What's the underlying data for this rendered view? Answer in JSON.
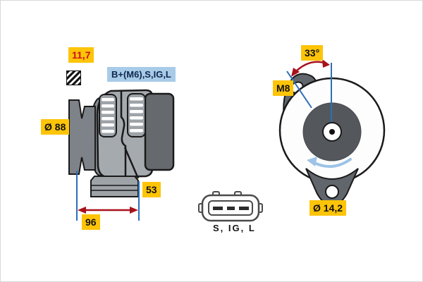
{
  "side_view": {
    "belt_width": "11,7",
    "terminals": "B+(M6),S,IG,L",
    "pulley_diameter": "Ø 88",
    "dim_53": "53",
    "dim_96": "96"
  },
  "front_view": {
    "angle": "33°",
    "thread": "M8",
    "hole_diameter": "Ø 14,2"
  },
  "connector": {
    "pins": "S, IG, L"
  },
  "icons": {
    "belt_section": "hatched-square-icon",
    "rotation": "counterclockwise-arrow-icon"
  },
  "colors": {
    "label_yellow": "#fdc408",
    "label_yellow_text": "#111111",
    "belt_width_text": "#cc1417",
    "terminal_label_bg": "#a8cbe8",
    "terminal_label_text": "#10264d",
    "dimension_line_blue": "#2d6fb7",
    "dimension_arrow_red": "#a8111b",
    "rotation_arrow_blue": "#9dc3e6",
    "housing_gray": "#a5aaaf",
    "rear_cover_gray": "#66696e",
    "pulley_gray": "#7e8389",
    "rotor_gray": "#54585d",
    "outline": "#1a1a1a"
  }
}
